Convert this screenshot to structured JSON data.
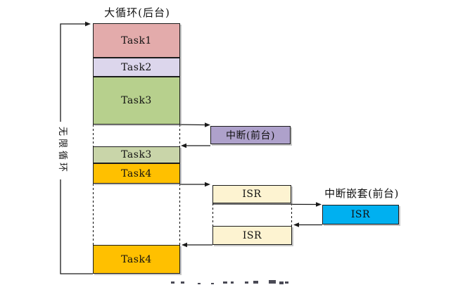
{
  "diagram": {
    "title": "大循环(后台)",
    "loop_label": "无限循环",
    "nested_interrupt_title": "中断嵌套(前台)",
    "tasks": [
      {
        "label": "Task1",
        "fill": "#e3abab"
      },
      {
        "label": "Task2",
        "fill": "#dcd6ec"
      },
      {
        "label": "Task3",
        "fill": "#b7d08d"
      },
      {
        "label": "Task3",
        "fill": "#c9d5a9"
      },
      {
        "label": "Task4",
        "fill": "#ffc000"
      },
      {
        "label": "Task4",
        "fill": "#ffc000"
      }
    ],
    "interrupt": {
      "label": "中断(前台)",
      "fill": "#aea1cb"
    },
    "isr_first": {
      "label": "ISR",
      "fill": "#fdf3d1"
    },
    "isr_nested": {
      "label": "ISR",
      "fill": "#00b0f0"
    },
    "isr_second": {
      "label": "ISR",
      "fill": "#fdf3d1"
    },
    "line_color": "#1a1a1a"
  }
}
